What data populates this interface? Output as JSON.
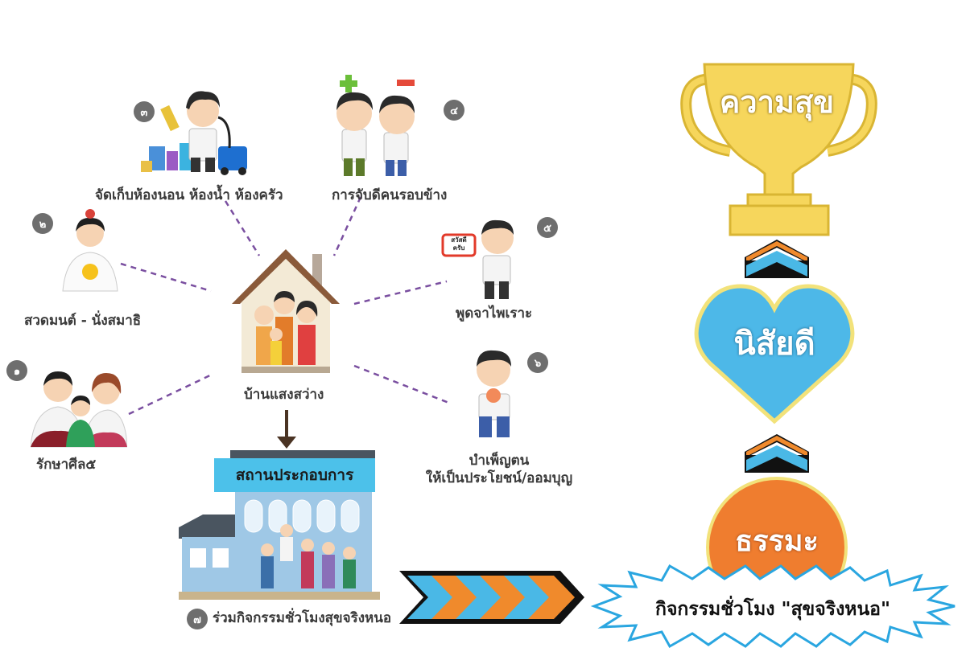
{
  "steps": [
    {
      "num": "๑",
      "label": "รักษาศีล๕"
    },
    {
      "num": "๒",
      "label": "สวดมนต์ - นั่งสมาธิ"
    },
    {
      "num": "๓",
      "label": "จัดเก็บห้องนอน ห้องน้ำ ห้องครัว"
    },
    {
      "num": "๔",
      "label": "การจับดีคนรอบข้าง"
    },
    {
      "num": "๕",
      "label": "พูดจาไพเราะ"
    },
    {
      "num": "๖",
      "label_line1": "บำเพ็ญตน",
      "label_line2": "ให้เป็นประโยชน์/ออมบุญ"
    },
    {
      "num": "๗",
      "label": "ร่วมกิจกรรมชั่วโมงสุขจริงหนอ"
    }
  ],
  "center": {
    "label": "บ้านแสงสว่าง"
  },
  "workplace": {
    "sign": "สถานประกอบการ"
  },
  "speech_sign": {
    "line1": "สวัสดี",
    "line2": "ครับ"
  },
  "pyramid": {
    "trophy": "ความสุข",
    "heart": "นิสัยดี",
    "circle": "ธรรมะ",
    "starburst": "กิจกรรมชั่วโมง \"สุขจริงหนอ\""
  },
  "colors": {
    "trophy": "#f6d65c",
    "trophy_edge": "#d9b533",
    "heart": "#4db8e8",
    "heart_edge": "#f2e27a",
    "circle": "#ef7d2f",
    "chevron_orange": "#f08a2c",
    "chevron_blue": "#4ab8e6",
    "dash": "#7a4fa0",
    "sign": "#4cc1ea",
    "badge": "#6e6e6e"
  },
  "icons": [
    "plus-icon",
    "minus-icon"
  ]
}
